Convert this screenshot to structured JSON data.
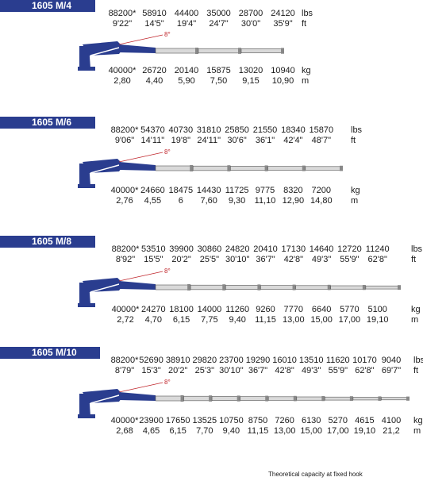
{
  "sections": [
    {
      "model": "1605 M/4",
      "lbs": [
        "88200*",
        "58910",
        "44400",
        "35000",
        "28700",
        "24120"
      ],
      "lbs_unit": "lbs",
      "ft": [
        "9'22\"",
        "14'5\"",
        "19'4\"",
        "24'7\"",
        "30'0\"",
        "35'9\""
      ],
      "ft_unit": "ft",
      "kg": [
        "40000*",
        "26720",
        "20140",
        "15875",
        "13020",
        "10940"
      ],
      "kg_unit": "kg",
      "m": [
        "2,80",
        "4,40",
        "5,90",
        "7,50",
        "9,15",
        "10,90"
      ],
      "m_unit": "m",
      "angle": "8°"
    },
    {
      "model": "1605 M/6",
      "lbs": [
        "88200*",
        "54370",
        "40730",
        "31810",
        "25850",
        "21550",
        "18340",
        "15870"
      ],
      "lbs_unit": "lbs",
      "ft": [
        "9'06\"",
        "14'11\"",
        "19'8\"",
        "24'11\"",
        "30'6\"",
        "36'1\"",
        "42'4\"",
        "48'7\""
      ],
      "ft_unit": "ft",
      "kg": [
        "40000*",
        "24660",
        "18475",
        "14430",
        "11725",
        "9775",
        "8320",
        "7200"
      ],
      "kg_unit": "kg",
      "m": [
        "2,76",
        "4,55",
        "6",
        "7,60",
        "9,30",
        "11,10",
        "12,90",
        "14,80"
      ],
      "m_unit": "m",
      "angle": "8°"
    },
    {
      "model": "1605 M/8",
      "lbs": [
        "88200*",
        "53510",
        "39900",
        "30860",
        "24820",
        "20410",
        "17130",
        "14640",
        "12720",
        "11240"
      ],
      "lbs_unit": "lbs",
      "ft": [
        "8'92\"",
        "15'5\"",
        "20'2\"",
        "25'5\"",
        "30'10\"",
        "36'7\"",
        "42'8\"",
        "49'3\"",
        "55'9\"",
        "62'8\""
      ],
      "ft_unit": "ft",
      "kg": [
        "40000*",
        "24270",
        "18100",
        "14000",
        "11260",
        "9260",
        "7770",
        "6640",
        "5770",
        "5100"
      ],
      "kg_unit": "kg",
      "m": [
        "2,72",
        "4,70",
        "6,15",
        "7,75",
        "9,40",
        "11,15",
        "13,00",
        "15,00",
        "17,00",
        "19,10"
      ],
      "m_unit": "m",
      "angle": "8°"
    },
    {
      "model": "1605 M/10",
      "lbs": [
        "88200*",
        "52690",
        "38910",
        "29820",
        "23700",
        "19290",
        "16010",
        "13510",
        "11620",
        "10170",
        "9040"
      ],
      "lbs_unit": "lbs",
      "ft": [
        "8'79\"",
        "15'3\"",
        "20'2\"",
        "25'3\"",
        "30'10\"",
        "36'7\"",
        "42'8\"",
        "49'3\"",
        "55'9\"",
        "62'8\"",
        "69'7\""
      ],
      "ft_unit": "ft",
      "kg": [
        "40000*",
        "23900",
        "17650",
        "13525",
        "10750",
        "8750",
        "7260",
        "6130",
        "5270",
        "4615",
        "4100"
      ],
      "kg_unit": "kg",
      "m": [
        "2,68",
        "4,65",
        "6,15",
        "7,70",
        "9,40",
        "11,15",
        "13,00",
        "15,00",
        "17,00",
        "19,10",
        "21,2"
      ],
      "m_unit": "m",
      "angle": "8°"
    }
  ],
  "footnote": "Theoretical capacity at fixed hook",
  "colors": {
    "brand_blue": "#2a3d8f",
    "boom_gray": "#d9d9d9",
    "angle_red": "#c0272d"
  }
}
